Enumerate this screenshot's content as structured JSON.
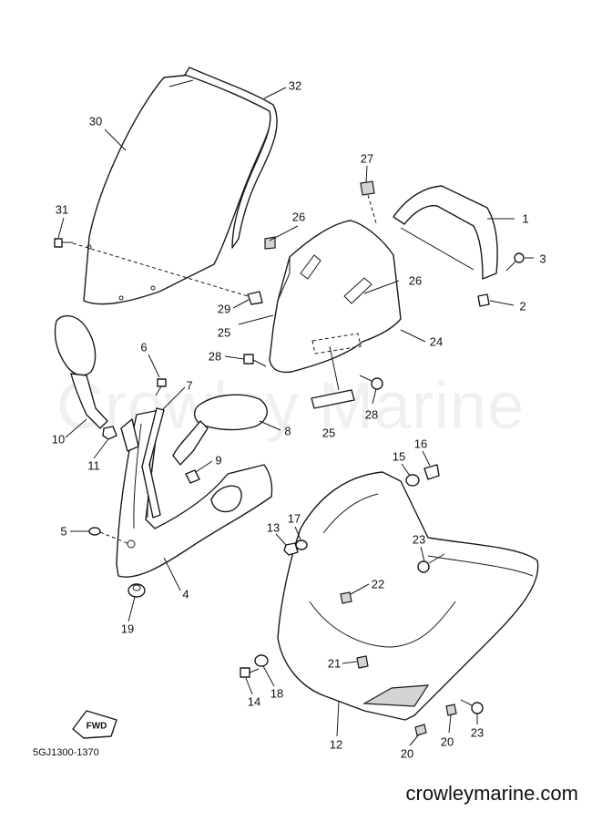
{
  "diagram": {
    "callouts": {
      "c1": "1",
      "c2": "2",
      "c3": "3",
      "c4": "4",
      "c5": "5",
      "c6": "6",
      "c7": "7",
      "c8": "8",
      "c9": "9",
      "c10": "10",
      "c11": "11",
      "c12": "12",
      "c13": "13",
      "c14": "14",
      "c15": "15",
      "c16": "16",
      "c17": "17",
      "c18": "18",
      "c19": "19",
      "c20a": "20",
      "c20b": "20",
      "c21": "21",
      "c22": "22",
      "c23a": "23",
      "c23b": "23",
      "c24": "24",
      "c25a": "25",
      "c25b": "25",
      "c26a": "26",
      "c26b": "26",
      "c27": "27",
      "c28a": "28",
      "c28b": "28",
      "c29": "29",
      "c30": "30",
      "c31": "31",
      "c32": "32"
    },
    "fwd_label": "FWD",
    "diagram_code": "5GJ1300-1370",
    "watermark": "Crowley Marine",
    "website": "crowleymarine.com"
  }
}
